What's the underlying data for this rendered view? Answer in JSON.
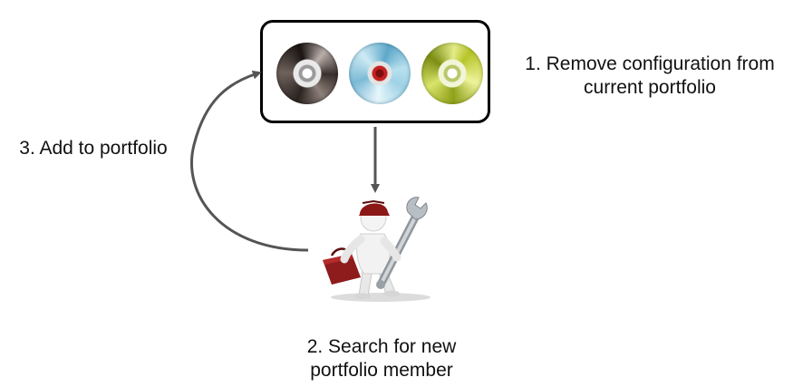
{
  "steps": {
    "step1": {
      "line1": "1. Remove configuration from",
      "line2": "current portfolio"
    },
    "step2": {
      "line1": "2. Search for new",
      "line2": "portfolio member"
    },
    "step3": {
      "line1": "3. Add to portfolio"
    }
  },
  "portfolio": {
    "items": [
      {
        "icon": "black-disc-icon",
        "color": "#3a2f2b"
      },
      {
        "icon": "blue-disc-icon",
        "color": "#9fd2e6"
      },
      {
        "icon": "yellow-disc-icon",
        "color": "#b7c52a"
      }
    ]
  },
  "figure": {
    "icon": "worker-with-toolbox-and-wrench-icon"
  },
  "colors": {
    "arrow": "#555555",
    "box_border": "#000000",
    "text": "#111111"
  }
}
